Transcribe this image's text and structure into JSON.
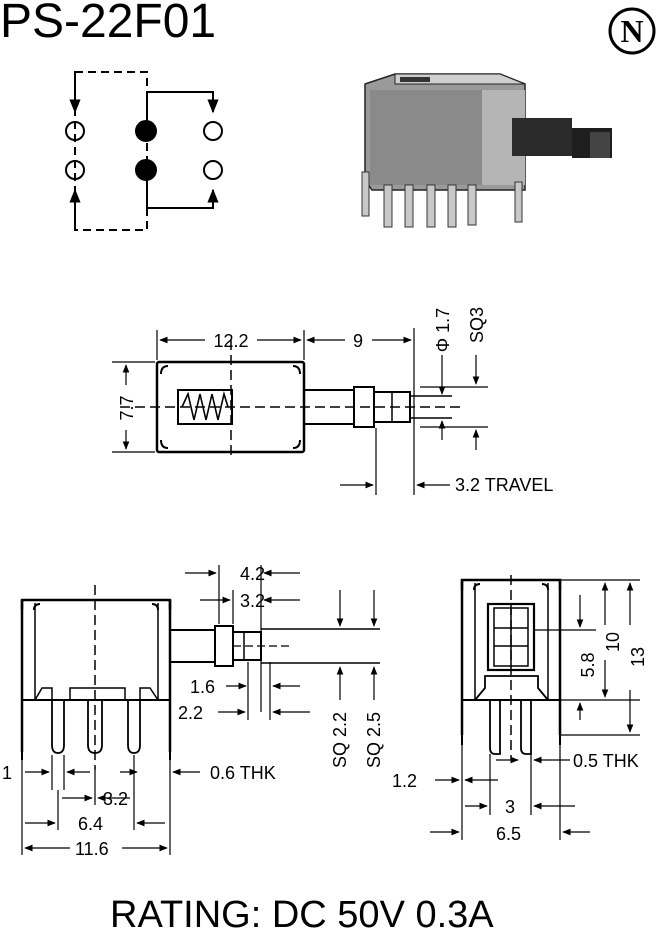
{
  "title": "PS-22F01",
  "rating": "RATING: DC 50V 0.3A",
  "logo": {
    "letter": "N",
    "icon": "n-brand-logo-icon"
  },
  "top_view": {
    "width": "12.2",
    "stem": "9",
    "height": "7.7",
    "phi": "Φ 1.7",
    "sq": "SQ3",
    "travel": "3.2 TRAVEL"
  },
  "side_view": {
    "d42": "4.2",
    "d32": "3.2",
    "d16": "1.6",
    "d22": "2.2",
    "sq22": "SQ 2.2",
    "sq25": "SQ 2.5",
    "d1": "1",
    "thk": "0.6 THK",
    "p32": "3.2",
    "p64": "6.4",
    "p116": "11.6"
  },
  "end_view": {
    "h58": "5.8",
    "h10": "10",
    "h13": "13",
    "d12": "1.2",
    "thk": "0.5 THK",
    "p3": "3",
    "p65": "6.5"
  }
}
